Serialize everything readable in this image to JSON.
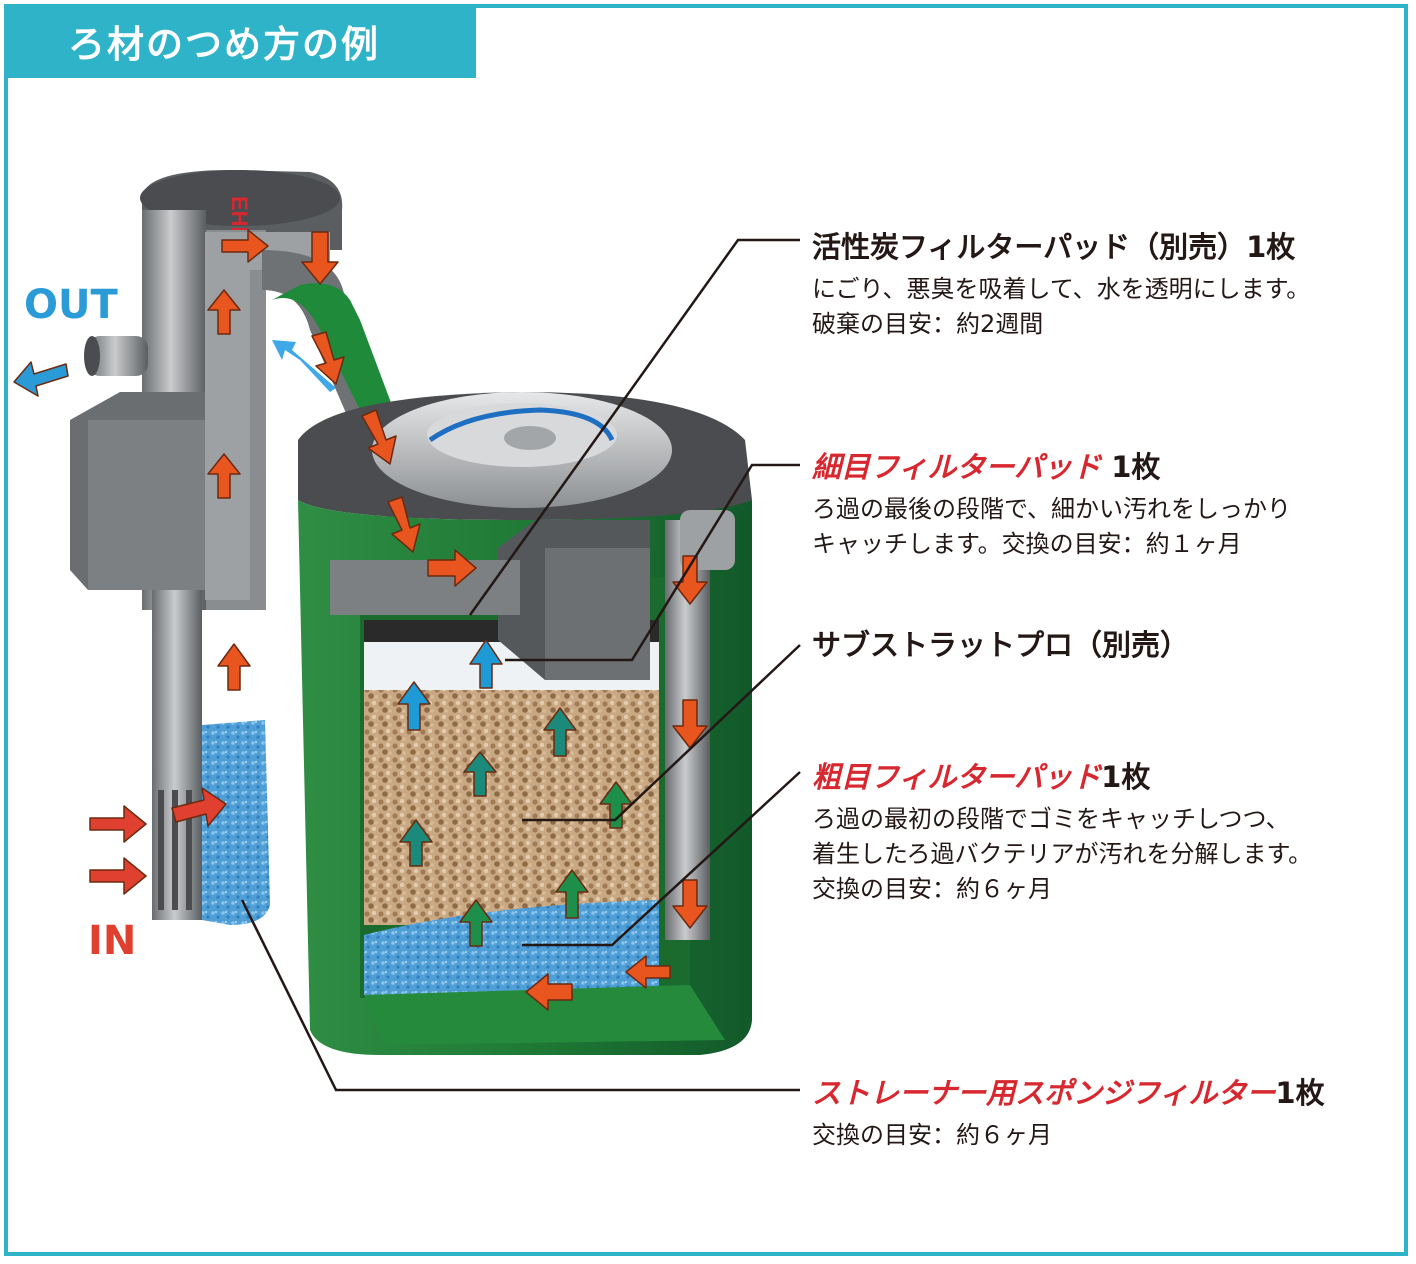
{
  "header": {
    "title": "ろ材のつめ方の例"
  },
  "flow": {
    "out_label": "OUT",
    "in_label": "IN"
  },
  "brand_mark": "EHEIM",
  "colors": {
    "accent": "#2eb3c8",
    "red": "#d7282f",
    "out_blue": "#2b9bd8",
    "in_red": "#e0402f",
    "arrow_orange": "#e8551e",
    "arrow_teal": "#1b8a7a",
    "arrow_blue": "#1e9ad6",
    "case_green": "#1f7a35"
  },
  "labels": {
    "carbon": {
      "title": "活性炭フィルターパッド（別売）1枚",
      "desc": [
        "にごり、悪臭を吸着して、水を透明にします。",
        "破棄の目安：約2週間"
      ]
    },
    "fine": {
      "title_red": "細目フィルターパッド",
      "title_rest": " 1枚",
      "desc": [
        "ろ過の最後の段階で、細かい汚れをしっかり",
        "キャッチします。交換の目安：約１ヶ月"
      ]
    },
    "substrat": {
      "title": "サブストラットプロ（別売）"
    },
    "coarse": {
      "title_red": "粗目フィルターパッド",
      "title_rest": "1枚",
      "desc": [
        "ろ過の最初の段階でゴミをキャッチしつつ、",
        "着生したろ過バクテリアが汚れを分解します。",
        "交換の目安：約６ヶ月"
      ]
    },
    "strainer": {
      "title_red": "ストレーナー用スポンジフィルター",
      "title_rest": "1枚",
      "desc": [
        "交換の目安：約６ヶ月"
      ]
    }
  }
}
